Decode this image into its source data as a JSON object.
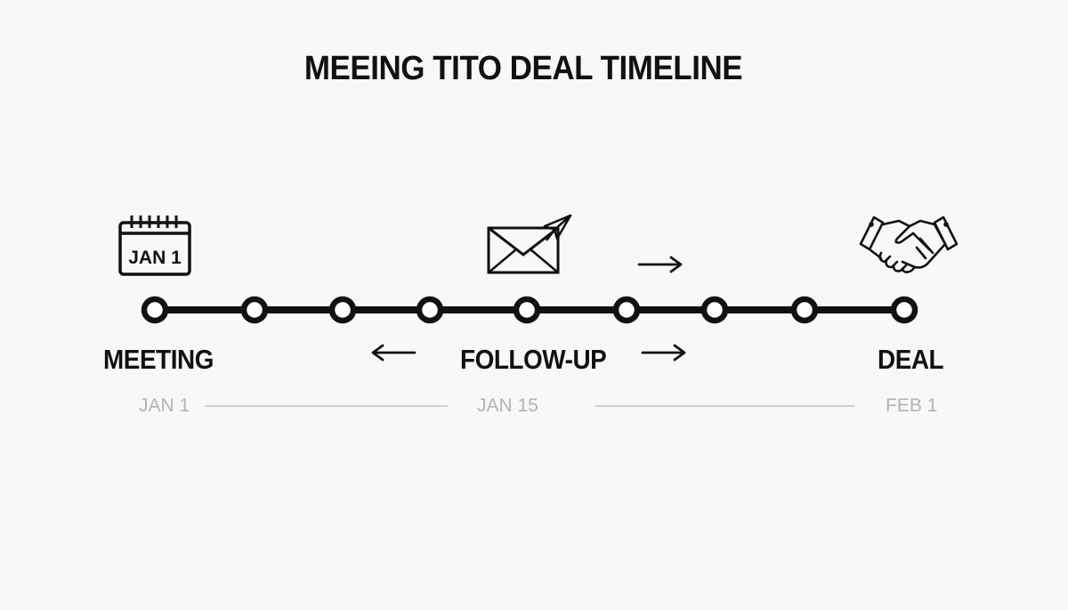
{
  "title": "MEEING TITO DEAL TIMELINE",
  "stages": [
    {
      "label": "MEETING",
      "date": "JAN 1",
      "icon": "calendar-icon",
      "icon_text": "JAN 1"
    },
    {
      "label": "FOLLOW-UP",
      "date": "JAN 15",
      "icon": "email-send-icon"
    },
    {
      "label": "DEAL",
      "date": "FEB 1",
      "icon": "handshake-icon"
    }
  ],
  "timeline_node_count": 9,
  "colors": {
    "background": "#f7f8f9",
    "line": "#111111",
    "node_fill": "#ffffff",
    "date_text": "#b3b3b3",
    "date_rule": "#cfcfcf"
  }
}
